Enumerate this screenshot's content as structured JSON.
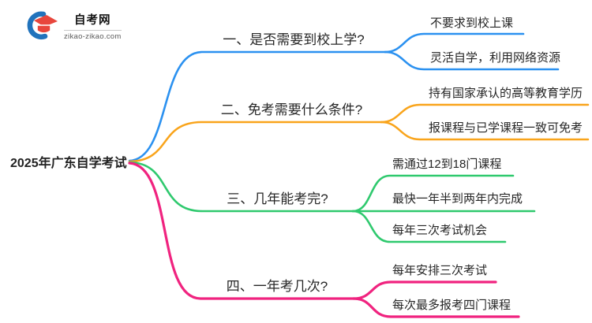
{
  "logo": {
    "icon": "graduation-cap-icon",
    "title": "自考网",
    "domain": "zikao-zikao.com",
    "icon_blue": "#2173BC",
    "icon_red": "#E8463C"
  },
  "root": {
    "label": "2025年广东自学考试"
  },
  "branches": [
    {
      "label": "一、是否需要到校上学?",
      "color": "#2B91F0",
      "children": [
        "不要求到校上课",
        "灵活自学，利用网络资源"
      ]
    },
    {
      "label": "二、免考需要什么条件?",
      "color": "#F9A41B",
      "children": [
        "持有国家承认的高等教育学历",
        "报课程与已学课程一致可免考"
      ]
    },
    {
      "label": "三、几年能考完?",
      "color": "#2FC96E",
      "children": [
        "需通过12到18门课程",
        "最快一年半到两年内完成",
        "每年三次考试机会"
      ]
    },
    {
      "label": "四、一年考几次?",
      "color": "#F0237F",
      "children": [
        "每年安排三次考试",
        "每次最多报考四门课程"
      ]
    }
  ]
}
